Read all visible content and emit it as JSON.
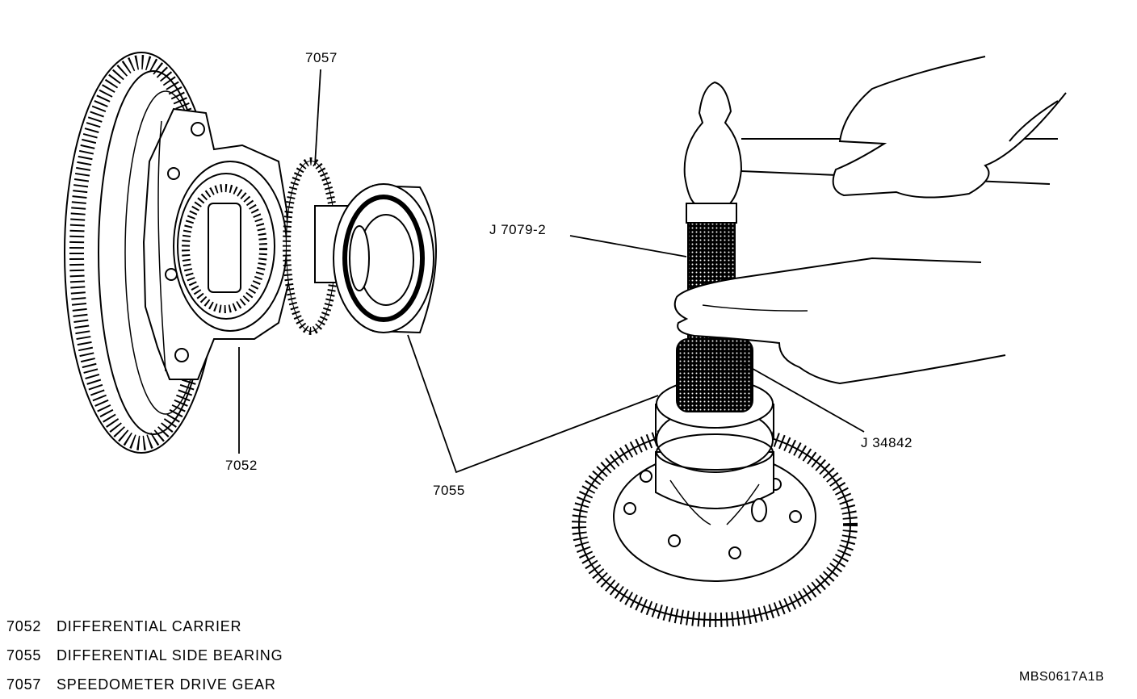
{
  "callouts": {
    "c7057": "7057",
    "c7052": "7052",
    "c7055": "7055",
    "cJ7079": "J 7079-2",
    "cJ34842": "J 34842"
  },
  "legend": [
    {
      "code": "7052",
      "desc": "DIFFERENTIAL CARRIER"
    },
    {
      "code": "7055",
      "desc": "DIFFERENTIAL SIDE BEARING"
    },
    {
      "code": "7057",
      "desc": "SPEEDOMETER DRIVE GEAR"
    }
  ],
  "figure_id": "MBS0617A1B",
  "colors": {
    "ink": "#000000",
    "paper": "#ffffff"
  }
}
